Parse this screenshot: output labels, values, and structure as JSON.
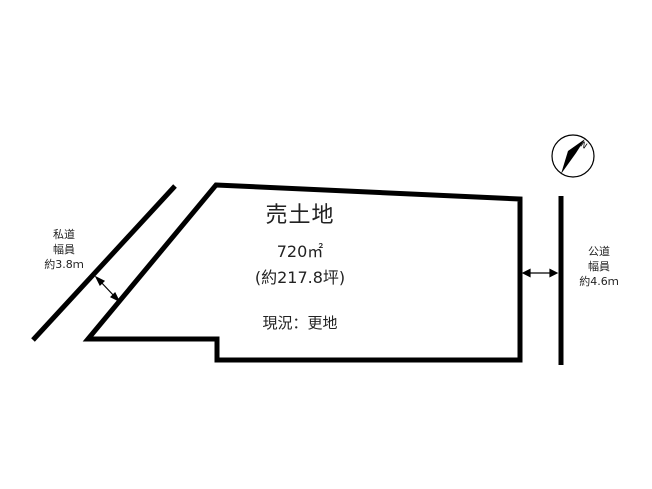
{
  "plot": {
    "title": "売土地",
    "area": "720㎡",
    "area_tsubo": "(約217.8坪)",
    "status": "現況：更地"
  },
  "private_road": {
    "line1": "私道",
    "line2": "幅員",
    "line3": "約3.8ｍ"
  },
  "public_road": {
    "line1": "公道",
    "line2": "幅員",
    "line3": "約4.6ｍ"
  },
  "compass": {
    "label": "N"
  },
  "colors": {
    "line": "#000000",
    "text": "#222222",
    "background": "#ffffff"
  }
}
